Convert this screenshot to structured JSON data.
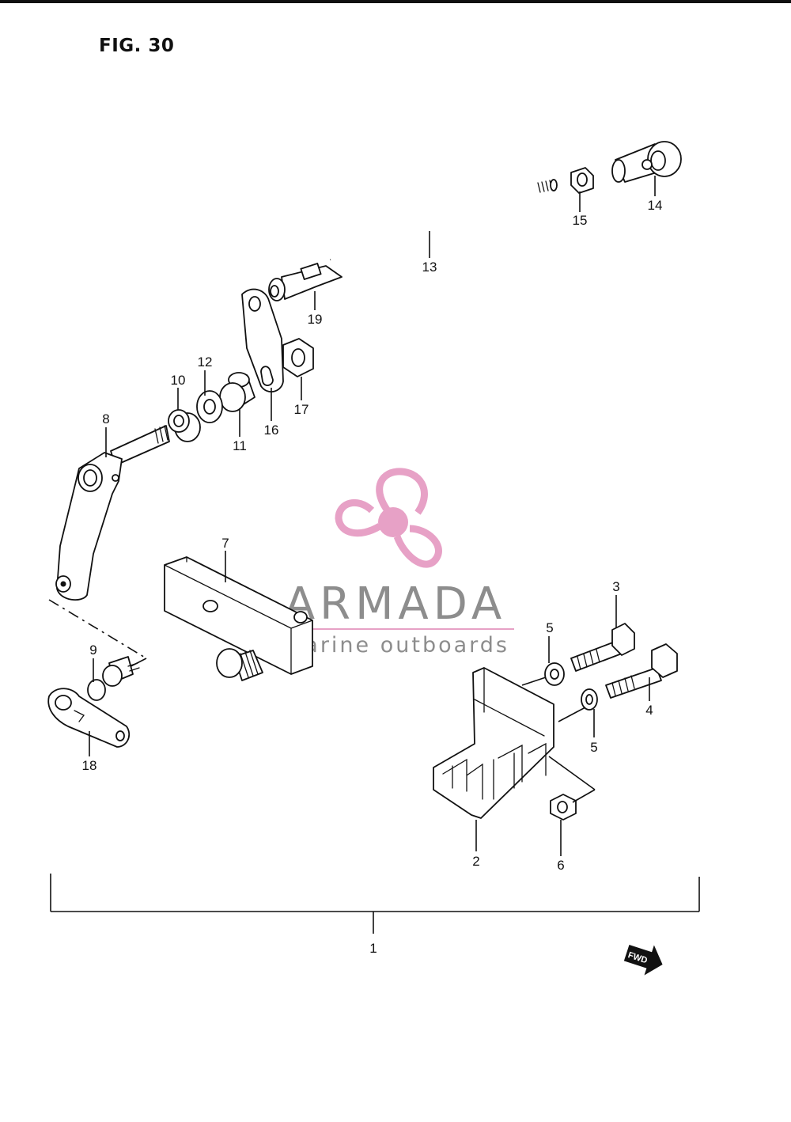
{
  "figure": {
    "title": "FIG. 30"
  },
  "watermark": {
    "brand": "ARMADA",
    "tagline": "marine outboards",
    "propeller_color": "#e7a1c6",
    "text_color": "#7a7a7a"
  },
  "direction_marker": {
    "label": "FWD",
    "icon": "forward-arrow-icon"
  },
  "callouts": {
    "c1": "1",
    "c2": "2",
    "c3": "3",
    "c4": "4",
    "c5a": "5",
    "c5b": "5",
    "c6": "6",
    "c7": "7",
    "c8": "8",
    "c9": "9",
    "c10": "10",
    "c11": "11",
    "c12": "12",
    "c13": "13",
    "c14": "14",
    "c15": "15",
    "c16": "16",
    "c17": "17",
    "c18": "18",
    "c19": "19"
  }
}
